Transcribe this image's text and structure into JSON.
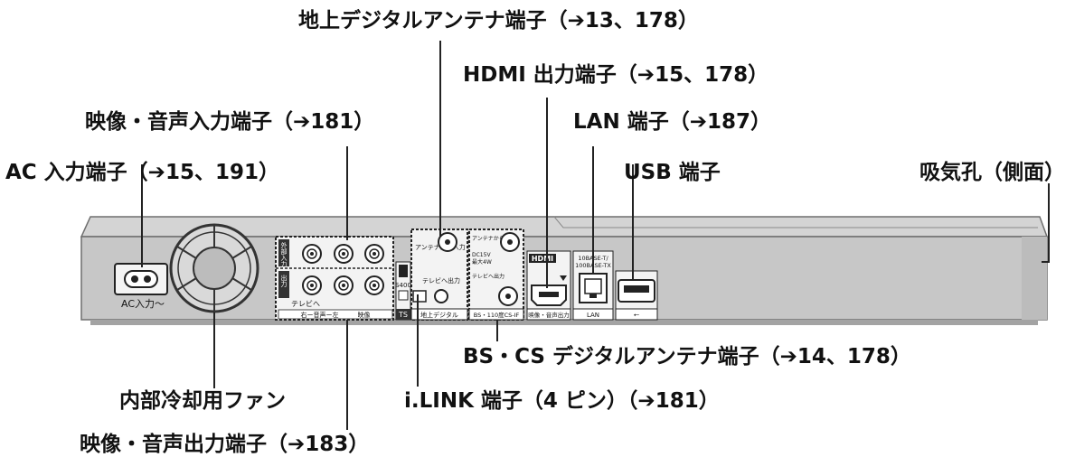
{
  "callouts": {
    "terrestrial_antenna": "地上デジタルアンテナ端子（➔13、178）",
    "hdmi": "HDMI 出力端子（➔15、178）",
    "av_input": "映像・音声入力端子（➔181）",
    "lan": "LAN 端子（➔187）",
    "ac_input": "AC 入力端子（➔15、191）",
    "usb": "USB 端子",
    "air_intake": "吸気孔（側面）",
    "bs_cs_antenna": "BS・CS デジタルアンテナ端子（➔14、178）",
    "fan": "内部冷却用ファン",
    "ilink": "i.LINK 端子（4 ピン）（➔181）",
    "av_output": "映像・音声出力端子（➔183）"
  },
  "panel_labels": {
    "ac": "AC入力〜",
    "av_in_side": "外部入力",
    "av_out_side": "出力",
    "tv_out": "テレビへ",
    "audio_video": "右ー音声ー左　　　映像",
    "s400": "S400",
    "ts": "TS",
    "ant_in": "アンテナから入力",
    "tv_out2": "テレビへ出力",
    "terrestrial": "地上デジタル",
    "cs_in_1": "アンテナから入力",
    "cs_in_2": "DC15V",
    "cs_in_3": "最大4W",
    "cs_out": "テレビへ出力",
    "bs_cs": "BS・110度CS-IF",
    "hdmi_logo": "HDMI",
    "hdmi_under": "映像・音声出力",
    "lan_spec_1": "10BASE-T/",
    "lan_spec_2": "100BASE-TX",
    "lan_under": "LAN",
    "usb_under": "⭠"
  }
}
